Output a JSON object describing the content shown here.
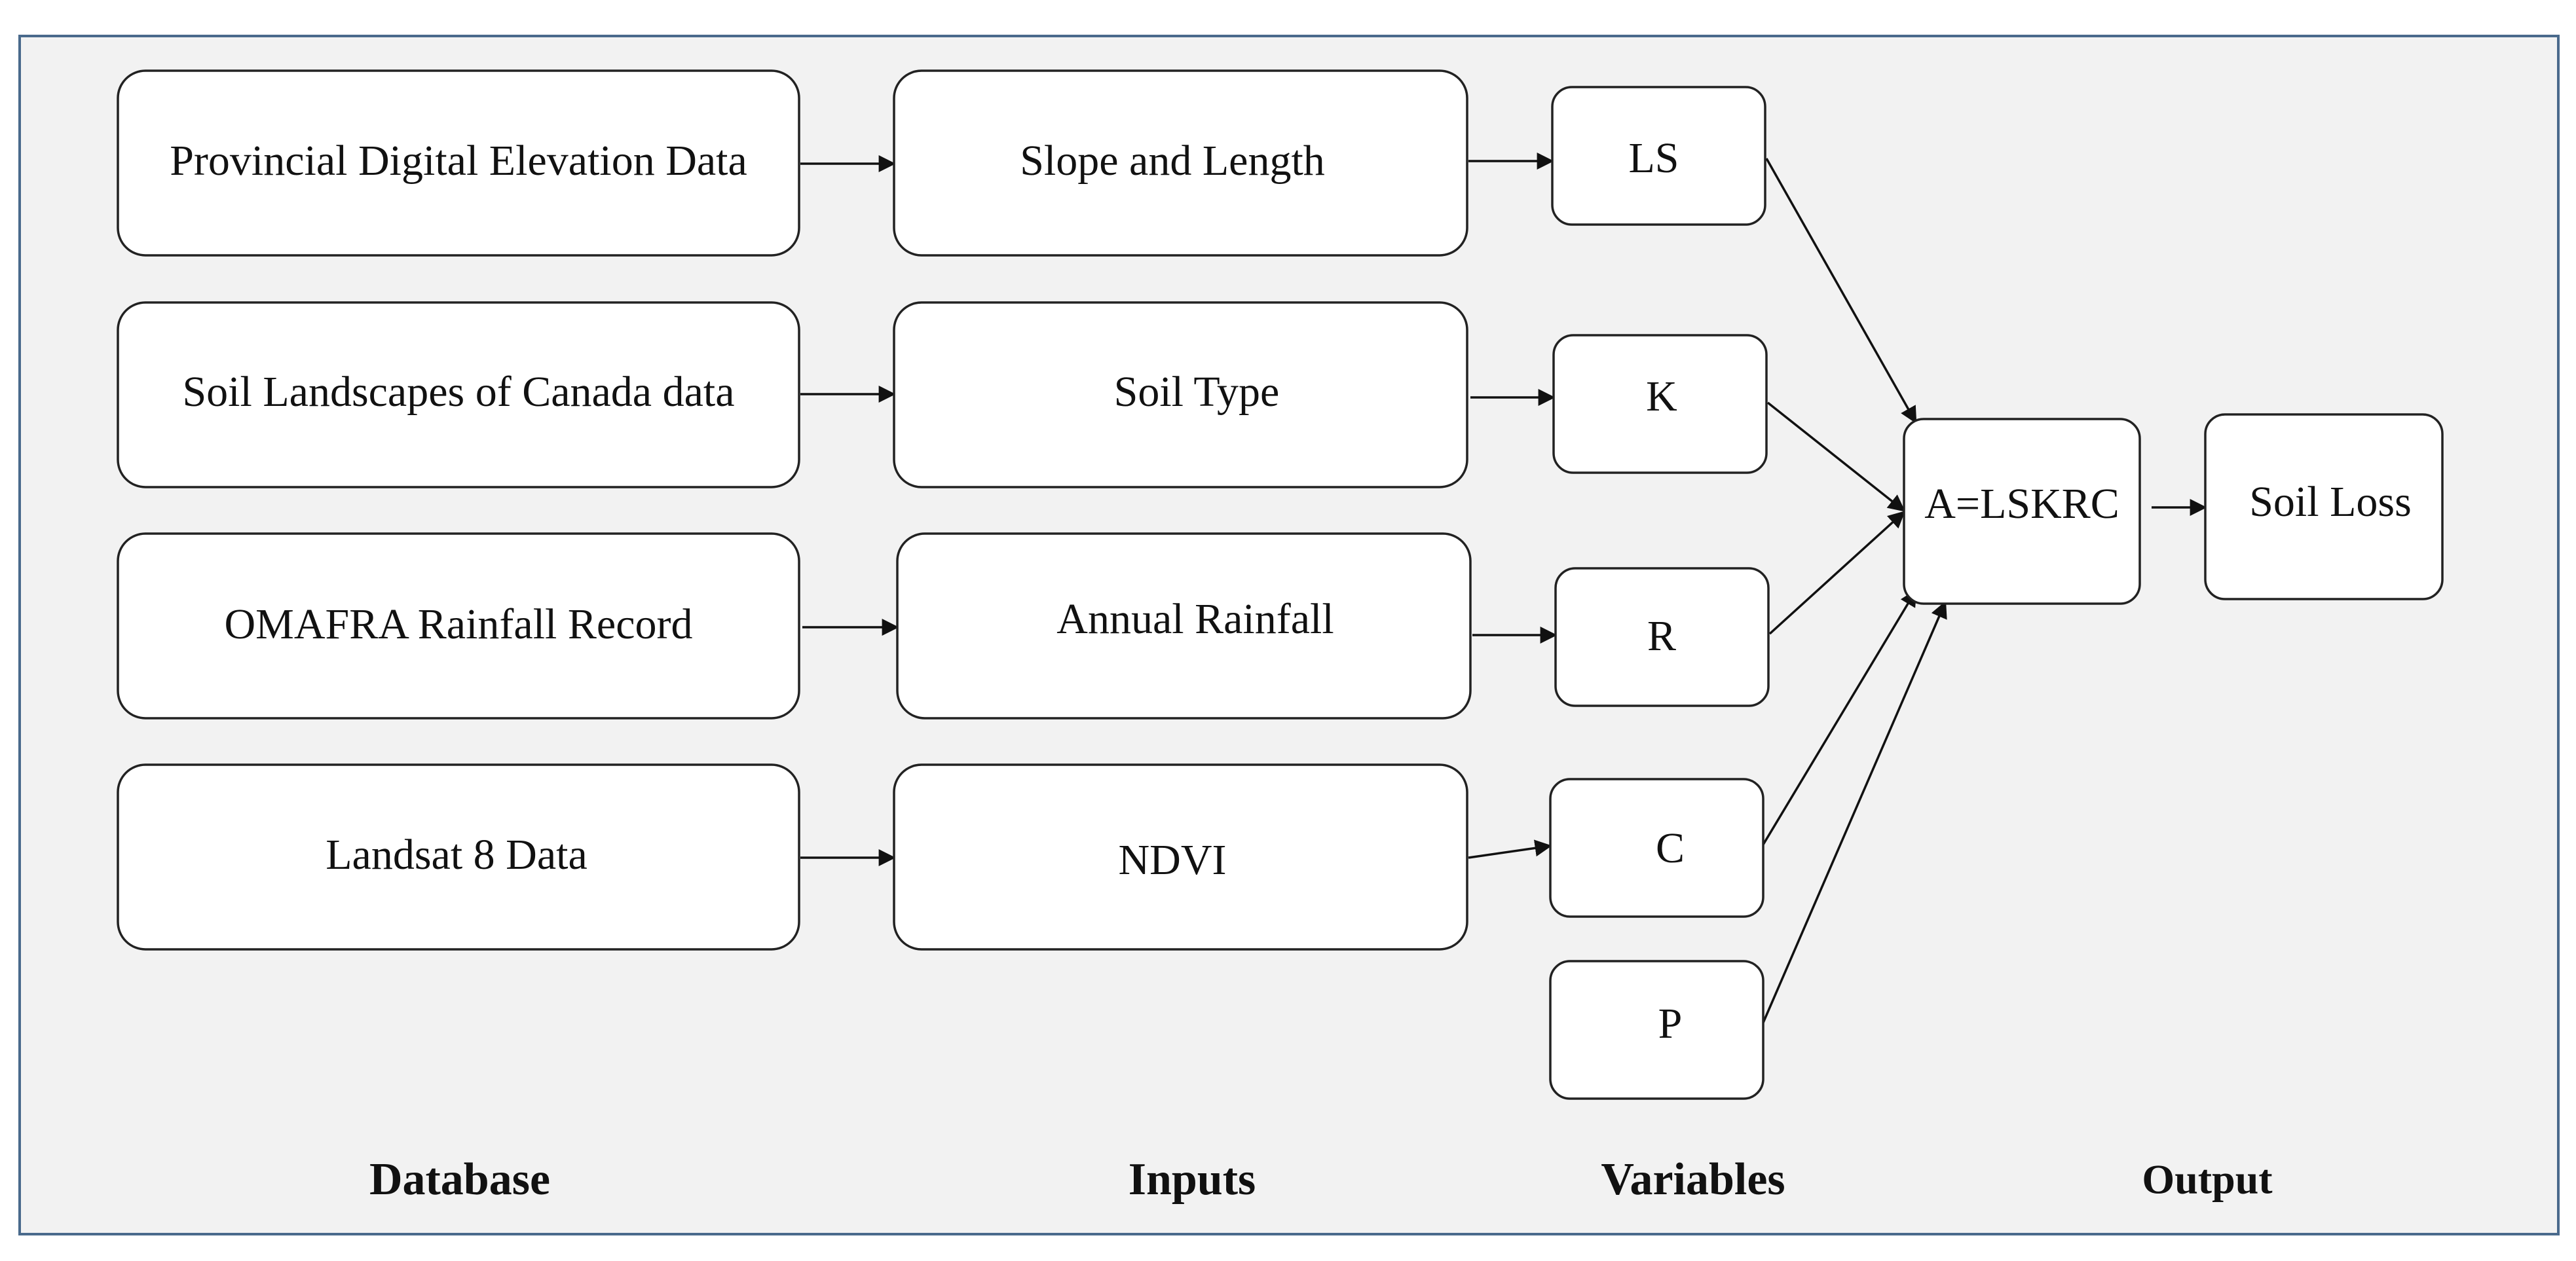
{
  "diagram": {
    "colors": {
      "background": "#f2f2f2",
      "frame": "#4a6a8c",
      "box_fill": "#ffffff",
      "box_stroke": "#222222",
      "text": "#111111"
    },
    "nodes": {
      "db_elevation": "Provincial Digital Elevation Data",
      "db_soil": "Soil Landscapes of Canada data",
      "db_rainfall": "OMAFRA Rainfall Record",
      "db_landsat": "Landsat 8 Data",
      "in_slope": "Slope and Length",
      "in_soiltype": "Soil Type",
      "in_rainfall": "Annual Rainfall",
      "in_ndvi": "NDVI",
      "var_ls": "LS",
      "var_k": "K",
      "var_r": "R",
      "var_c": "C",
      "var_p": "P",
      "equation": "A=LSKRC",
      "output": "Soil Loss"
    },
    "headings": {
      "database": "Database",
      "inputs": "Inputs",
      "variables": "Variables",
      "output": "Output"
    },
    "edges": [
      [
        "db_elevation",
        "in_slope"
      ],
      [
        "db_soil",
        "in_soiltype"
      ],
      [
        "db_rainfall",
        "in_rainfall"
      ],
      [
        "db_landsat",
        "in_ndvi"
      ],
      [
        "in_slope",
        "var_ls"
      ],
      [
        "in_soiltype",
        "var_k"
      ],
      [
        "in_rainfall",
        "var_r"
      ],
      [
        "in_ndvi",
        "var_c"
      ],
      [
        "var_ls",
        "equation"
      ],
      [
        "var_k",
        "equation"
      ],
      [
        "var_r",
        "equation"
      ],
      [
        "var_c",
        "equation"
      ],
      [
        "var_p",
        "equation"
      ],
      [
        "equation",
        "output"
      ]
    ]
  }
}
